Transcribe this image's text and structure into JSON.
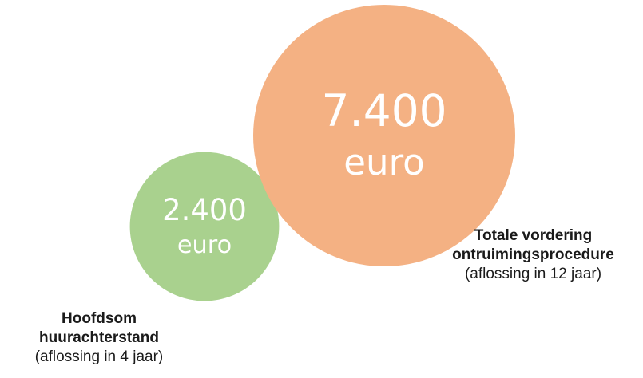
{
  "chart_data": {
    "type": "bubble",
    "series": [
      {
        "values": [
          2400
        ],
        "value_line": "2.400",
        "unit_line": "euro",
        "label_lines": [
          "Hoofdsom",
          "huurachterstand"
        ],
        "sub_label": "(aflossing in 4 jaar)",
        "color": "#a9d18e"
      },
      {
        "values": [
          7400
        ],
        "value_line": "7.400",
        "unit_line": "euro",
        "label_lines": [
          "Totale vordering",
          "ontruimingsprocedure"
        ],
        "sub_label": "(aflossing in 12 jaar)",
        "color": "#f4b183"
      }
    ]
  }
}
